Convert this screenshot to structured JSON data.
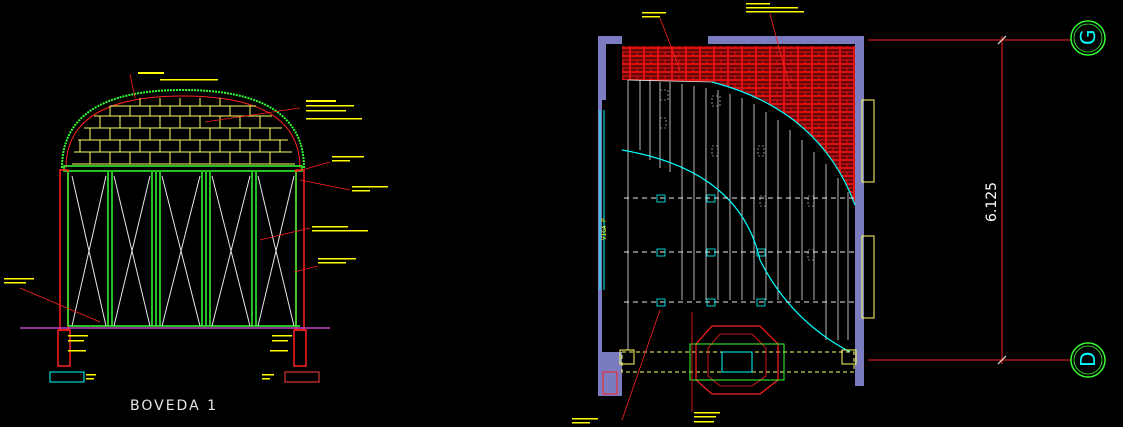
{
  "drawing": {
    "title": "BOVEDA 1",
    "dimension": "6.125",
    "grid_top": "G",
    "grid_bottom": "D",
    "wall_label": "VIGA P"
  },
  "colors": {
    "background": "#000000",
    "brick": "#ffff66",
    "truss": "#33ff33",
    "wall": "#7b7bbf",
    "fill_red": "#e01010",
    "cyan": "#00ffff",
    "leader_red": "#ff2020",
    "magenta": "#c040c0"
  }
}
